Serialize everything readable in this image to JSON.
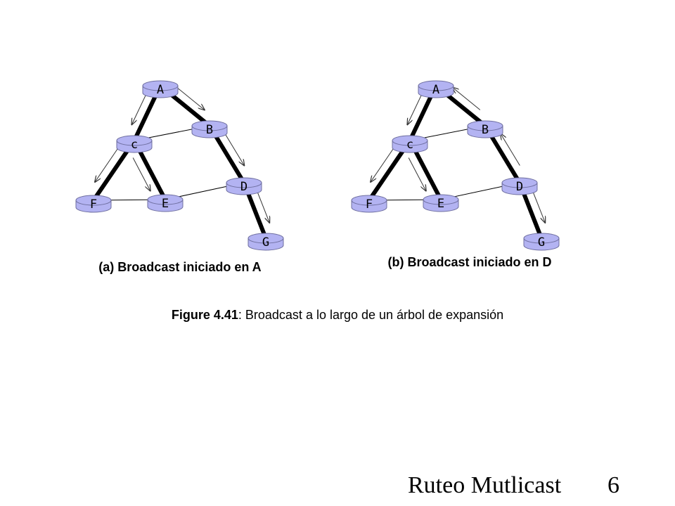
{
  "colors": {
    "router": "#b3b3f2",
    "router_edge": "#6f6fa0",
    "tree_edge": "#000000",
    "link": "#000000",
    "arrow": "#333333"
  },
  "diagrams": [
    {
      "caption": "(a) Broadcast iniciado en A",
      "nodes": [
        {
          "id": "A",
          "label": "A"
        },
        {
          "id": "B",
          "label": "B"
        },
        {
          "id": "C",
          "label": "c"
        },
        {
          "id": "D",
          "label": "D"
        },
        {
          "id": "E",
          "label": "E"
        },
        {
          "id": "F",
          "label": "F"
        },
        {
          "id": "G",
          "label": "G"
        }
      ],
      "tree_edges": [
        [
          "A",
          "C"
        ],
        [
          "A",
          "B"
        ],
        [
          "C",
          "F"
        ],
        [
          "C",
          "E"
        ],
        [
          "B",
          "D"
        ],
        [
          "D",
          "G"
        ]
      ],
      "links": [
        [
          "C",
          "B"
        ],
        [
          "F",
          "E"
        ],
        [
          "E",
          "D"
        ]
      ],
      "broadcast_arrows": [
        [
          "A",
          "C"
        ],
        [
          "A",
          "B"
        ],
        [
          "C",
          "F"
        ],
        [
          "C",
          "E"
        ],
        [
          "B",
          "D"
        ],
        [
          "D",
          "G"
        ]
      ]
    },
    {
      "caption": "(b) Broadcast iniciado en D",
      "nodes": [
        {
          "id": "A",
          "label": "A"
        },
        {
          "id": "B",
          "label": "B"
        },
        {
          "id": "C",
          "label": "c"
        },
        {
          "id": "D",
          "label": "D"
        },
        {
          "id": "E",
          "label": "E"
        },
        {
          "id": "F",
          "label": "F"
        },
        {
          "id": "G",
          "label": "G"
        }
      ],
      "tree_edges": [
        [
          "A",
          "C"
        ],
        [
          "A",
          "B"
        ],
        [
          "C",
          "F"
        ],
        [
          "C",
          "E"
        ],
        [
          "B",
          "D"
        ],
        [
          "D",
          "G"
        ]
      ],
      "links": [
        [
          "C",
          "B"
        ],
        [
          "F",
          "E"
        ],
        [
          "E",
          "D"
        ]
      ],
      "broadcast_arrows": [
        [
          "B",
          "A"
        ],
        [
          "A",
          "C"
        ],
        [
          "C",
          "F"
        ],
        [
          "C",
          "E"
        ],
        [
          "D",
          "B"
        ],
        [
          "D",
          "G"
        ]
      ]
    }
  ],
  "figure_caption": {
    "bold": "Figure 4.41",
    "text": ": Broadcast a lo largo de un árbol de expansión"
  },
  "footer": {
    "title": "Ruteo Mutlicast",
    "page": "6"
  }
}
